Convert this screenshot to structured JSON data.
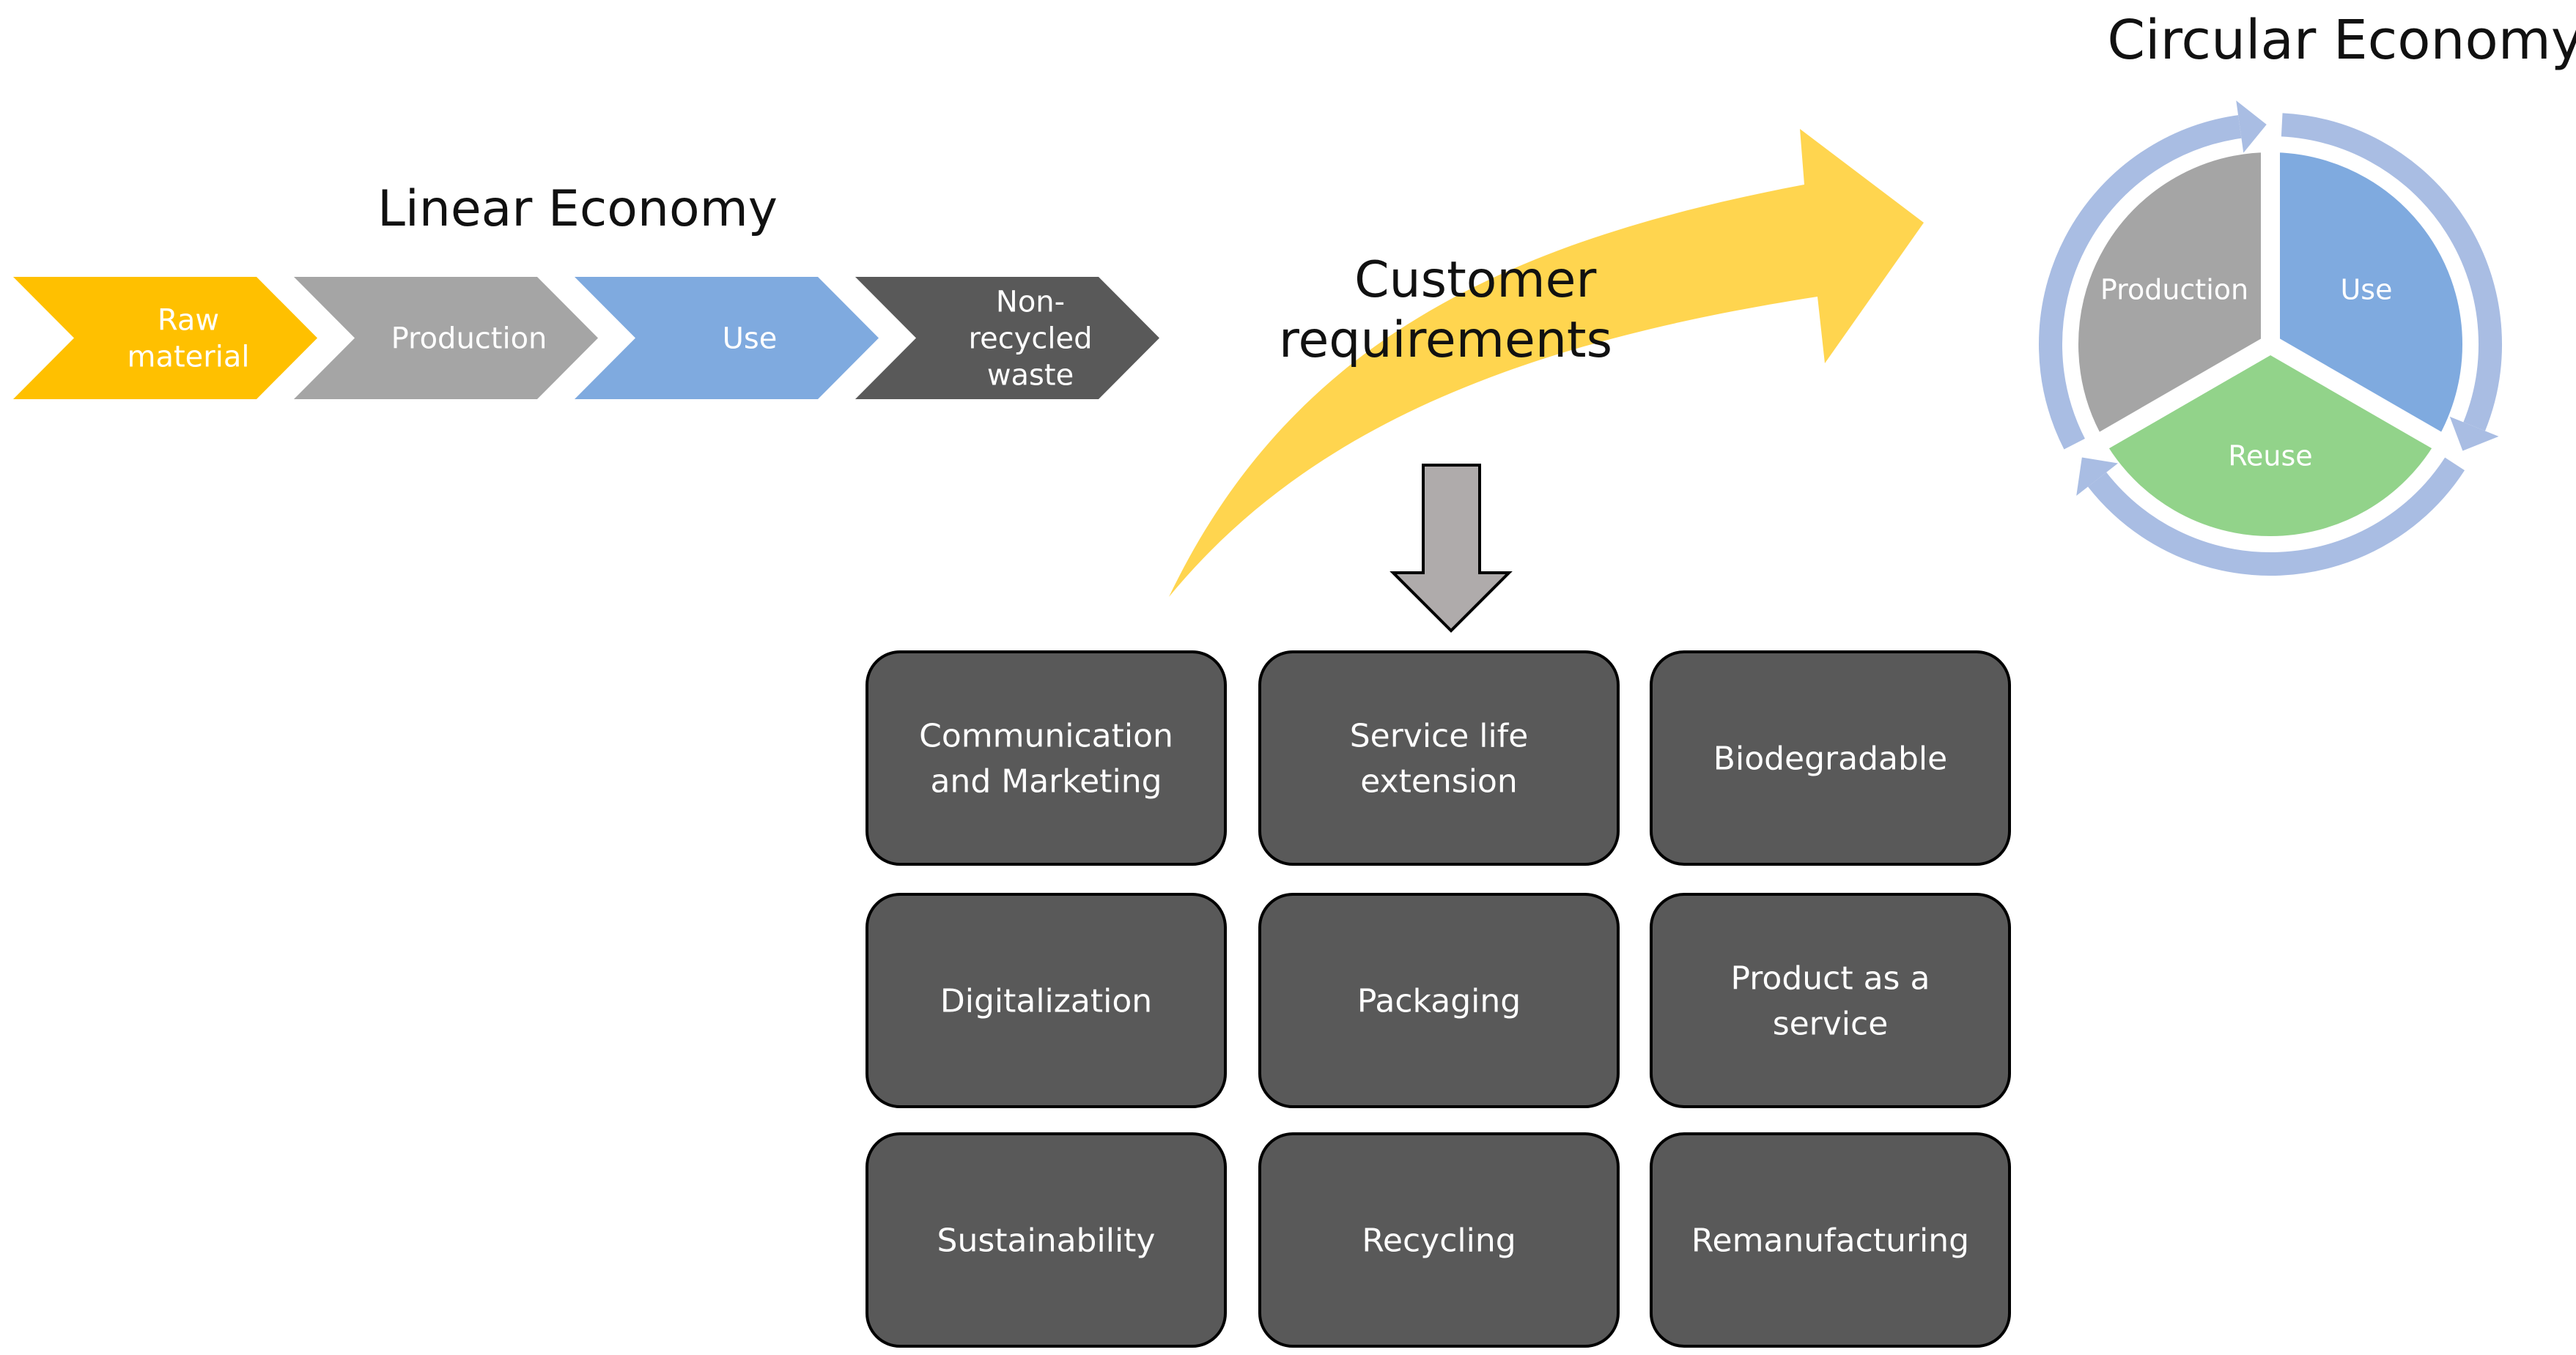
{
  "linear": {
    "title": "Linear Economy",
    "steps": [
      {
        "lines": [
          "Raw",
          "material"
        ],
        "color": "#FFC000"
      },
      {
        "lines": [
          "Production"
        ],
        "color": "#A5A5A5"
      },
      {
        "lines": [
          "Use"
        ],
        "color": "#7FAADF"
      },
      {
        "lines": [
          "Non-",
          "recycled",
          "waste"
        ],
        "color": "#595959"
      }
    ]
  },
  "circular": {
    "title": "Circular Economy",
    "segments": [
      {
        "label": "Use",
        "color": "#7FAADF"
      },
      {
        "label": "Reuse",
        "color": "#92D38A"
      },
      {
        "label": "Production",
        "color": "#A5A5A5"
      }
    ],
    "ring_color": "#A9BDE3"
  },
  "transition": {
    "lines": [
      "Customer",
      "requirements"
    ],
    "arrow_color": "#FFD54F",
    "down_arrow_color": "#AFABAB"
  },
  "requirements": {
    "box_color": "#595959",
    "items": [
      [
        "Communication",
        "and Marketing"
      ],
      [
        "Service life",
        "extension"
      ],
      [
        "Biodegradable"
      ],
      [
        "Digitalization"
      ],
      [
        "Packaging"
      ],
      [
        "Product as a",
        "service"
      ],
      [
        "Sustainability"
      ],
      [
        "Recycling"
      ],
      [
        "Remanufacturing"
      ]
    ]
  }
}
